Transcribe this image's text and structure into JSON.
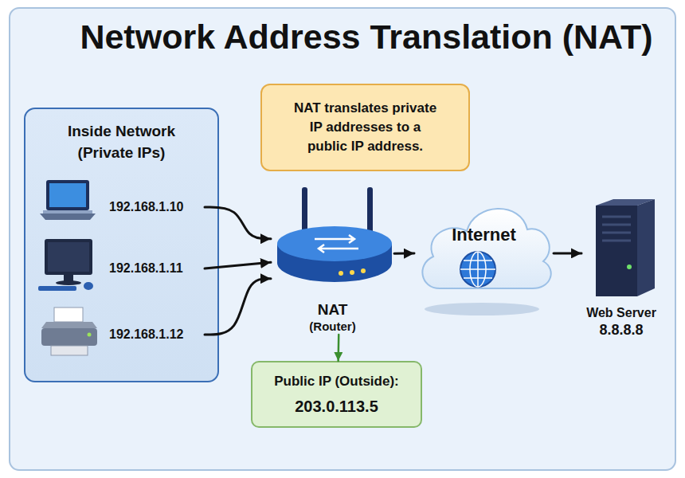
{
  "diagram": {
    "title": "Network Address Translation (NAT)",
    "nodes": [
      {
        "text": [
          "Inside Network (Private IPs)"
        ]
      },
      {
        "text": [
          "192.168.1.10"
        ],
        "in": 0
      },
      {
        "text": [
          "192.168.1.11"
        ],
        "in": 0
      },
      {
        "text": [
          "192.168.1.12"
        ],
        "in": 0
      },
      {
        "text": [
          "NAT translates private IP addresses to a public IP address."
        ]
      },
      {
        "text": [
          "NAT",
          "(Router)"
        ]
      },
      {
        "text": [
          "Internet"
        ]
      },
      {
        "text": [
          "Web Server",
          "8.8.8.8"
        ]
      },
      {
        "text": [
          "Public IP (Outside):",
          "203.0.113.5"
        ]
      }
    ],
    "edges": [
      {
        "from": 1,
        "to": 5,
        "arrow": "to"
      },
      {
        "from": 2,
        "to": 5,
        "arrow": "to"
      },
      {
        "from": 3,
        "to": 5,
        "arrow": "to"
      },
      {
        "from": 5,
        "to": 6,
        "arrow": "to"
      },
      {
        "from": 6,
        "to": 7,
        "arrow": "to"
      },
      {
        "from": 5,
        "to": 8,
        "arrow": "to"
      }
    ]
  }
}
